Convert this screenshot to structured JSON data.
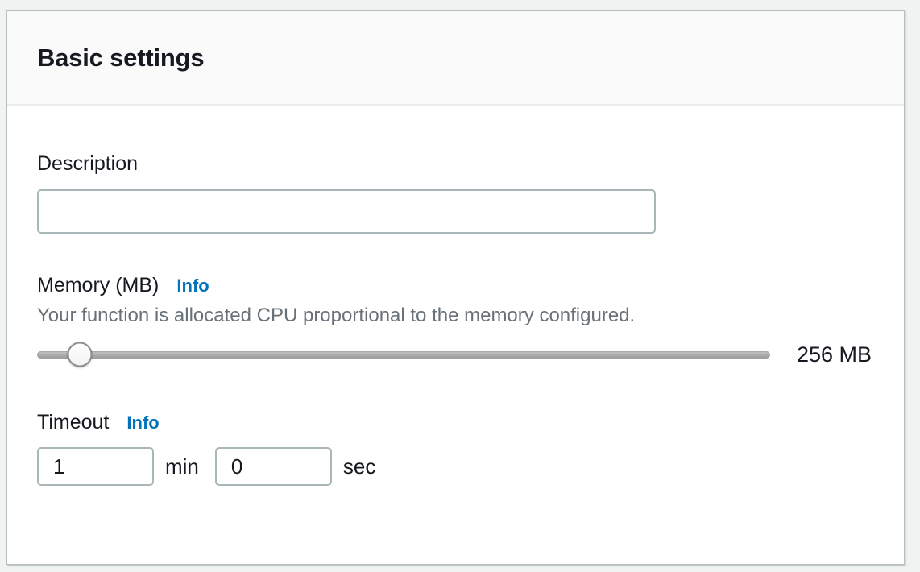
{
  "panel": {
    "title": "Basic settings"
  },
  "fields": {
    "description": {
      "label": "Description",
      "value": "",
      "placeholder": ""
    },
    "memory": {
      "label": "Memory (MB)",
      "info_label": "Info",
      "help": "Your function is allocated CPU proportional to the memory configured.",
      "value_label": "256 MB",
      "slider_percent": 5.8
    },
    "timeout": {
      "label": "Timeout",
      "info_label": "Info",
      "minutes_value": "1",
      "minutes_unit": "min",
      "seconds_value": "0",
      "seconds_unit": "sec"
    }
  },
  "colors": {
    "link_blue": "#0073bb",
    "text_dark": "#16191f",
    "help_gray": "#687078",
    "input_border": "#aab7b8",
    "header_bg": "#fafafa",
    "page_bg": "#f1f2f2"
  }
}
